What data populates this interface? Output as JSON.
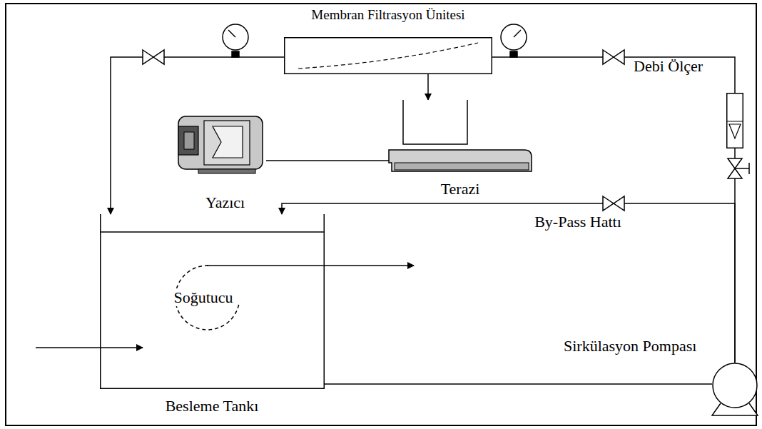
{
  "diagram": {
    "nodes": [
      {
        "text": [
          "Membran Filtrasyon Ünitesi"
        ]
      },
      {
        "text": [
          "Debi Ölçer"
        ]
      },
      {
        "text": [
          "Yazıcı"
        ]
      },
      {
        "text": [
          "Terazi"
        ]
      },
      {
        "text": [
          "Besleme Tankı"
        ]
      },
      {
        "text": [
          "Sirkülasyon Pompası"
        ]
      }
    ],
    "edges": [
      {
        "from": 4,
        "to": 5,
        "arrow": "none"
      },
      {
        "from": 5,
        "to": 1,
        "arrow": "none"
      },
      {
        "from": 1,
        "to": 0,
        "arrow": "none"
      },
      {
        "from": 0,
        "to": 4,
        "arrow": "to"
      },
      {
        "from": 0,
        "to": 3,
        "arrow": "to"
      },
      {
        "from": 3,
        "to": 2,
        "arrow": "none"
      },
      {
        "from": 5,
        "to": 4,
        "label": "By-Pass Hattı",
        "arrow": "to"
      }
    ],
    "labels": [
      "Soğutucu"
    ]
  }
}
